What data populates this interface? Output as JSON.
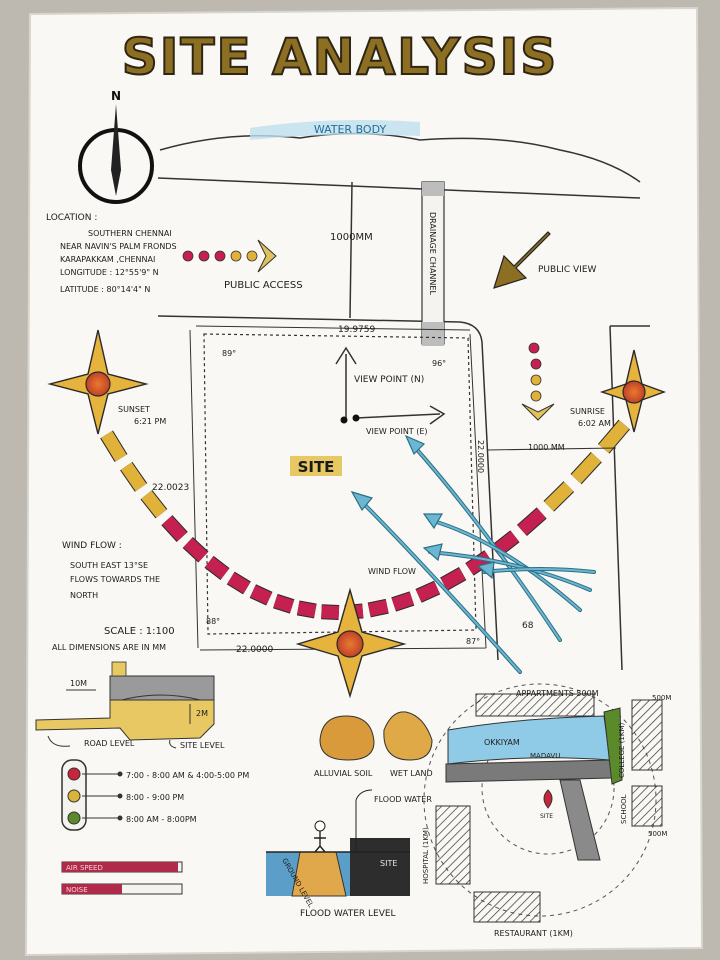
{
  "title": "SITE ANALYSIS",
  "north": "N",
  "water_body": "WATER BODY",
  "location": {
    "heading": "LOCATION :",
    "lines": [
      "SOUTHERN CHENNAI",
      "NEAR NAVIN'S PALM FRONDS",
      "KARAPAKKAM ,CHENNAI",
      "LONGITUDE : 12°55'9\" N",
      "LATITUDE : 80°14'4\" N"
    ]
  },
  "public_access": "PUBLIC ACCESS",
  "public_view": "PUBLIC VIEW",
  "drainage_channel": "DRAINAGE CHANNEL",
  "road_width_top": "1000MM",
  "road_width_right": "1000 MM",
  "dimensions": {
    "top": "19.9759",
    "left": "22.0023",
    "right": "22.0000",
    "bottom": "22.0000"
  },
  "angles": {
    "top_left": "89°",
    "top_right": "96°",
    "bottom_left": "88°",
    "bottom_right": "87°"
  },
  "view_points": {
    "north": "VIEW POINT (N)",
    "east": "VIEW POINT (E)"
  },
  "site_label": "SITE",
  "sunset": {
    "label": "SUNSET",
    "time": "6:21 PM"
  },
  "sunrise": {
    "label": "SUNRISE",
    "time": "6:02 AM"
  },
  "wind": {
    "heading": "WIND FLOW :",
    "lines": [
      "SOUTH EAST 13°SE",
      "FLOWS TOWARDS THE",
      "NORTH"
    ],
    "arrow_label": "WIND FLOW",
    "speed_mark": "68"
  },
  "scale": "SCALE : 1:100",
  "dimension_note": "ALL DIMENSIONS ARE IN MM",
  "section": {
    "width": "10M",
    "height": "2M",
    "road_level": "ROAD LEVEL",
    "site_level": "SITE LEVEL"
  },
  "soil": {
    "alluvial": "ALLUVIAL SOIL",
    "wet": "WET LAND"
  },
  "traffic": [
    {
      "color": "#c7253a",
      "text": "7:00 - 8:00 AM & 4:00-5:00 PM"
    },
    {
      "color": "#d9b43a",
      "text": "8:00 - 9:00 PM"
    },
    {
      "color": "#5b8a2a",
      "text": "8:00 AM - 8:00PM"
    }
  ],
  "legend_bars": {
    "first": "AIR SPEED",
    "second": "NOISE"
  },
  "flood": {
    "water": "FLOOD WATER",
    "level": "FLOOD WATER LEVEL",
    "ground": "GROUND LEVEL",
    "site": "SITE"
  },
  "context": {
    "apartments": "APPARTMENTS 500M",
    "okkiyam": "OKKIYAM",
    "madavu": "MADAVU",
    "college": "COLLEGE (1KM)",
    "dist_500_top": "500M",
    "school": "SCHOOL",
    "dist_500_bottom": "500M",
    "hospital": "HOSPITAL (1KM)",
    "site": "SITE",
    "restaurant": "RESTAURANT (1KM)"
  },
  "colors": {
    "gold": "#b08a2e",
    "crimson": "#c42151",
    "dark": "#2b2b2b",
    "water": "#5aaed8",
    "sun": "#e0b23a"
  }
}
